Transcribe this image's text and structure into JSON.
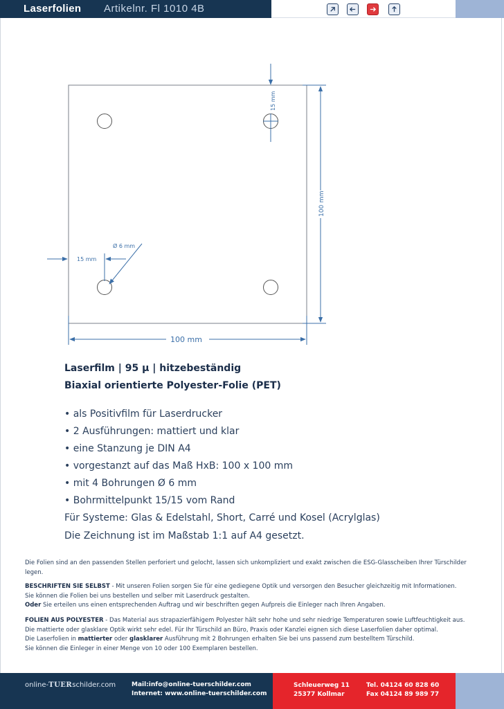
{
  "header": {
    "brand": "Laserfolien",
    "article": "Artikelnr. Fl 1010 4B",
    "nav": [
      {
        "name": "external-link-icon",
        "active": false
      },
      {
        "name": "arrow-left-icon",
        "active": false
      },
      {
        "name": "arrow-right-icon",
        "active": true
      },
      {
        "name": "arrow-up-icon",
        "active": false
      }
    ]
  },
  "drawing": {
    "dim_top_offset": "15 mm",
    "dim_height": "100 mm",
    "dim_width": "100 mm",
    "dim_left_offset": "15 mm",
    "dim_hole": "Ø  6 mm"
  },
  "spec": {
    "line1": "Laserfilm |  95 µ | hitzebeständig",
    "line2": "Biaxial orientierte Polyester-Folie (PET)"
  },
  "bullets": [
    "• als Positivfilm für Laserdrucker",
    "• 2 Ausführungen: mattiert und klar",
    "• eine Stanzung je DIN A4",
    "• vorgestanzt auf das Maß HxB: 100 x 100 mm",
    "• mit 4 Bohrungen Ø 6 mm",
    "• Bohrmittelpunkt 15/15 vom Rand"
  ],
  "systems": "Für Systeme: Glas & Edelstahl, Short, Carré und Kosel  (Acrylglas)",
  "scale": "Die Zeichnung ist im Maßstab 1:1 auf A4 gesetzt.",
  "info": {
    "intro": "Die Folien sind an den passenden Stellen perforiert und gelocht, lassen sich unkompliziert und exakt zwischen die ESG-Glasscheiben Ihrer Türschilder legen.",
    "self_title": "BESCHRIFTEN SIE SELBST",
    "self_text": " - Mit unseren Folien sorgen Sie für eine gediegene Optik und versorgen den Besucher gleichzeitig mit Informationen.",
    "self_text2": "Sie können die Folien bei uns bestellen und selber mit Laserdruck gestalten.",
    "or_word": "Oder",
    "or_text": " Sie erteilen uns einen entsprechenden Auftrag und wir beschriften gegen Aufpreis die Einleger nach Ihren Angaben.",
    "poly_title": "FOLIEN AUS POLYESTER",
    "poly_text": " - Das Material aus strapazierfähigem Polyester hält sehr hohe und sehr niedrige Temperaturen sowie Luftfeuchtigkeit aus.",
    "poly_text2": "Die mattierte oder glasklare Optik wirkt sehr edel. Für Ihr Türschild an Büro, Praxis oder Kanzlei eignen sich diese Laserfolien daher optimal.",
    "poly_text3a": "Die Laserfolien in ",
    "poly_matt": "mattierter",
    "poly_or": " oder ",
    "poly_clear": "glasklarer",
    "poly_text3b": " Ausführung mit 2 Bohrungen erhalten Sie bei uns passend zum bestelltem Türschild.",
    "poly_text4": "Sie können die Einleger in einer Menge von 10 oder 100 Exemplaren bestellen."
  },
  "footer": {
    "site_pre": "online-",
    "site_tuer": "TUER",
    "site_post": "schilder.com",
    "mail": "Mail:info@online-tuerschilder.com",
    "internet": "Internet: www.online-tuerschilder.com",
    "street": "Schleuerweg 11",
    "city": "25377 Kollmar",
    "tel": "Tel. 04124 60 828 60",
    "fax": "Fax 04124 89 989 77"
  },
  "colors": {
    "navy": "#173552",
    "red": "#e5252b",
    "light_blue": "#9eb4d6",
    "dimension_blue": "#3b6fa8"
  }
}
